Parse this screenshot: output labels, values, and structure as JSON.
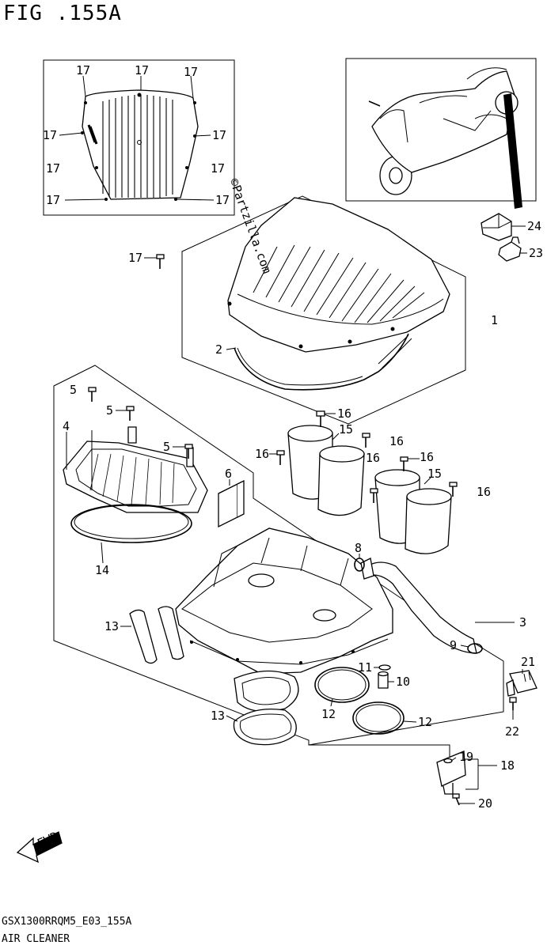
{
  "figure": {
    "title": "FIG .155A",
    "code": "GSX1300RRQM5_E03_155A",
    "name": "AIR CLEANER",
    "watermark": "©Partzilla.com",
    "fwd": "FWD"
  },
  "callouts": {
    "p1": "1",
    "p2": "2",
    "p3": "3",
    "p4": "4",
    "p5a": "5",
    "p5b": "5",
    "p5c": "5",
    "p6": "6",
    "p8": "8",
    "p9": "9",
    "p10": "10",
    "p11": "11",
    "p12a": "12",
    "p12b": "12",
    "p13a": "13",
    "p13b": "13",
    "p14": "14",
    "p15a": "15",
    "p15b": "15",
    "p16a": "16",
    "p16b": "16",
    "p16c": "16",
    "p16d": "16",
    "p16e": "16",
    "p16f": "16",
    "p17a": "17",
    "p17b": "17",
    "p17c": "17",
    "p17d": "17",
    "p17e": "17",
    "p17f": "17",
    "p17g": "17",
    "p17h": "17",
    "p17i": "17",
    "p17j": "17",
    "p18": "18",
    "p19": "19",
    "p20": "20",
    "p21": "21",
    "p22": "22",
    "p23": "23",
    "p24": "24"
  }
}
